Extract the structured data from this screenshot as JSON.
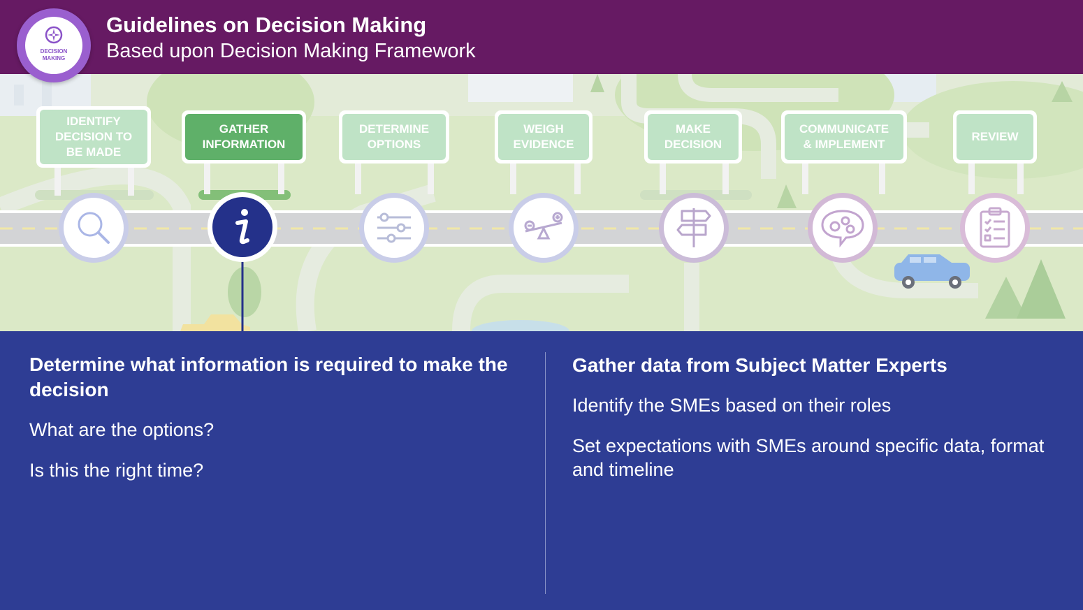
{
  "header": {
    "title": "Guidelines on Decision Making",
    "subtitle": "Based upon Decision Making Framework",
    "logo_text": "DECISION\nMAKING"
  },
  "steps": [
    {
      "label": "IDENTIFY\nDECISION TO\nBE MADE",
      "icon": "magnifier-icon",
      "active": false
    },
    {
      "label": "GATHER\nINFORMATION",
      "icon": "info-icon",
      "active": true
    },
    {
      "label": "DETERMINE\nOPTIONS",
      "icon": "sliders-icon",
      "active": false
    },
    {
      "label": "WEIGH\nEVIDENCE",
      "icon": "seesaw-icon",
      "active": false
    },
    {
      "label": "MAKE\nDECISION",
      "icon": "signpost-icon",
      "active": false
    },
    {
      "label": "COMMUNICATE\n& IMPLEMENT",
      "icon": "speech-gears-icon",
      "active": false
    },
    {
      "label": "REVIEW",
      "icon": "clipboard-icon",
      "active": false
    }
  ],
  "content": {
    "left": {
      "heading": "Determine what information is required to make the decision",
      "items": [
        "What are the options?",
        "Is this the right time?"
      ]
    },
    "right": {
      "heading": "Gather data from Subject Matter Experts",
      "items": [
        "Identify the SMEs based on their roles",
        "Set expectations with SMEs around specific data, format and timeline"
      ]
    }
  },
  "colors": {
    "header_bg": "#661a63",
    "panel_bg": "#2e3d94",
    "active_sign": "#5fb069",
    "inactive_sign": "#bfe3c6",
    "active_icon": "#24318a",
    "logo_ring": "#9a5fcf"
  }
}
